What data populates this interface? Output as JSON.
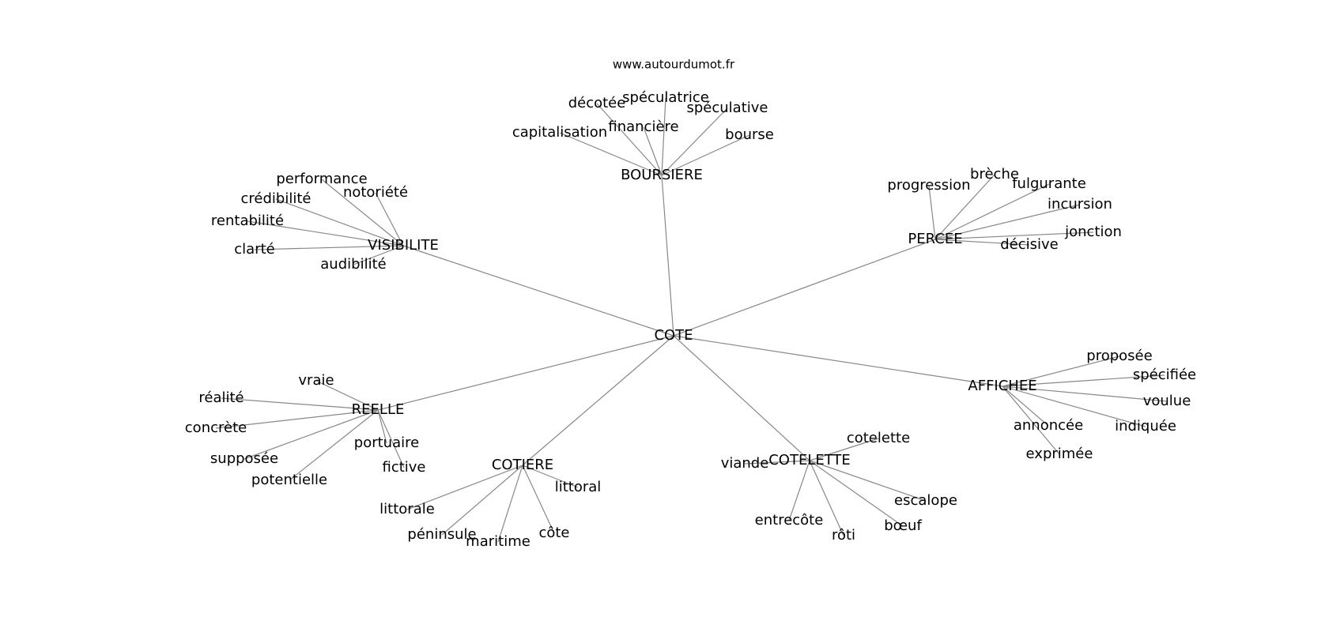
{
  "credit": "www.autourdumot.fr",
  "colors": {
    "edge": "#888888",
    "text": "#000000",
    "background": "#ffffff"
  },
  "graph": {
    "root": "COTE",
    "clusters": [
      {
        "hub": "BOURSIERE",
        "words": [
          "capitalisation",
          "décotée",
          "spéculatrice",
          "financière",
          "spéculative",
          "bourse"
        ]
      },
      {
        "hub": "VISIBILITE",
        "words": [
          "performance",
          "notoriété",
          "crédibilité",
          "rentabilité",
          "clarté",
          "audibilité"
        ]
      },
      {
        "hub": "PERCEE",
        "words": [
          "progression",
          "brèche",
          "fulgurante",
          "incursion",
          "jonction",
          "décisive"
        ]
      },
      {
        "hub": "REELLE",
        "words": [
          "vraie",
          "réalité",
          "concrète",
          "supposée",
          "potentielle",
          "portuaire",
          "fictive"
        ]
      },
      {
        "hub": "COTIERE",
        "words": [
          "littoral",
          "littorale",
          "péninsule",
          "maritime",
          "côte"
        ]
      },
      {
        "hub": "COTELETTE",
        "words": [
          "cotelette",
          "viande",
          "escalope",
          "entrecôte",
          "rôti",
          "bœuf"
        ]
      },
      {
        "hub": "AFFICHEE",
        "words": [
          "proposée",
          "spécifiée",
          "voulue",
          "indiquée",
          "annoncée",
          "exprimée"
        ]
      }
    ]
  }
}
